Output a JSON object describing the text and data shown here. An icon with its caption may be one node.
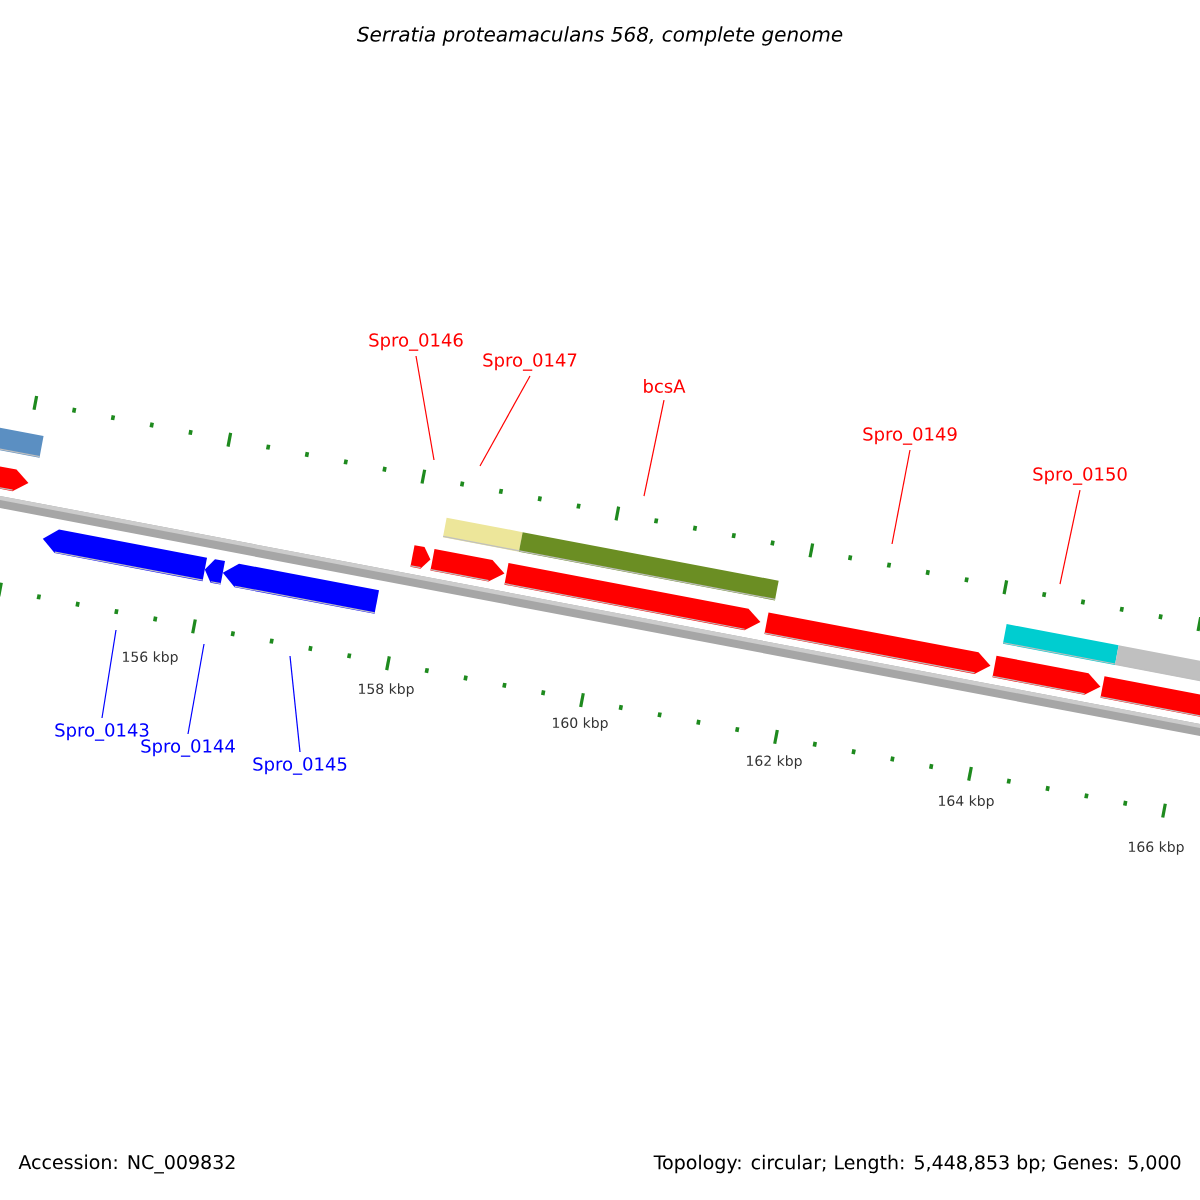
{
  "diagram": {
    "title": "Serratia proteamaculans 568, complete genome",
    "nodes": [
      {
        "text": [
          "Spro_0143"
        ]
      },
      {
        "text": [
          "Spro_0144"
        ]
      },
      {
        "text": [
          "Spro_0145"
        ]
      },
      {
        "text": [
          "Spro_0146"
        ]
      },
      {
        "text": [
          "Spro_0147"
        ]
      },
      {
        "text": [
          "bcsA"
        ]
      },
      {
        "text": [
          "Spro_0149"
        ]
      },
      {
        "text": [
          "Spro_0150"
        ]
      }
    ],
    "edges": [
      {
        "from": 0,
        "to": null,
        "arrow": "none",
        "color": "#0000ff"
      },
      {
        "from": 1,
        "to": null,
        "arrow": "none",
        "color": "#0000ff"
      },
      {
        "from": 2,
        "to": null,
        "arrow": "none",
        "color": "#0000ff"
      },
      {
        "from": 3,
        "to": null,
        "arrow": "none"
      },
      {
        "from": 4,
        "to": null,
        "arrow": "none"
      },
      {
        "from": 5,
        "to": null,
        "arrow": "none"
      },
      {
        "from": 6,
        "to": null,
        "arrow": "none"
      },
      {
        "from": 7,
        "to": null,
        "arrow": "none"
      }
    ],
    "labels": [
      "156 kbp",
      "158 kbp",
      "160 kbp",
      "162 kbp",
      "164 kbp",
      "166 kbp",
      "Accession: NC_009832",
      "Topology: circular; Length: 5,448,853 bp; Genes: 5,000"
    ]
  }
}
